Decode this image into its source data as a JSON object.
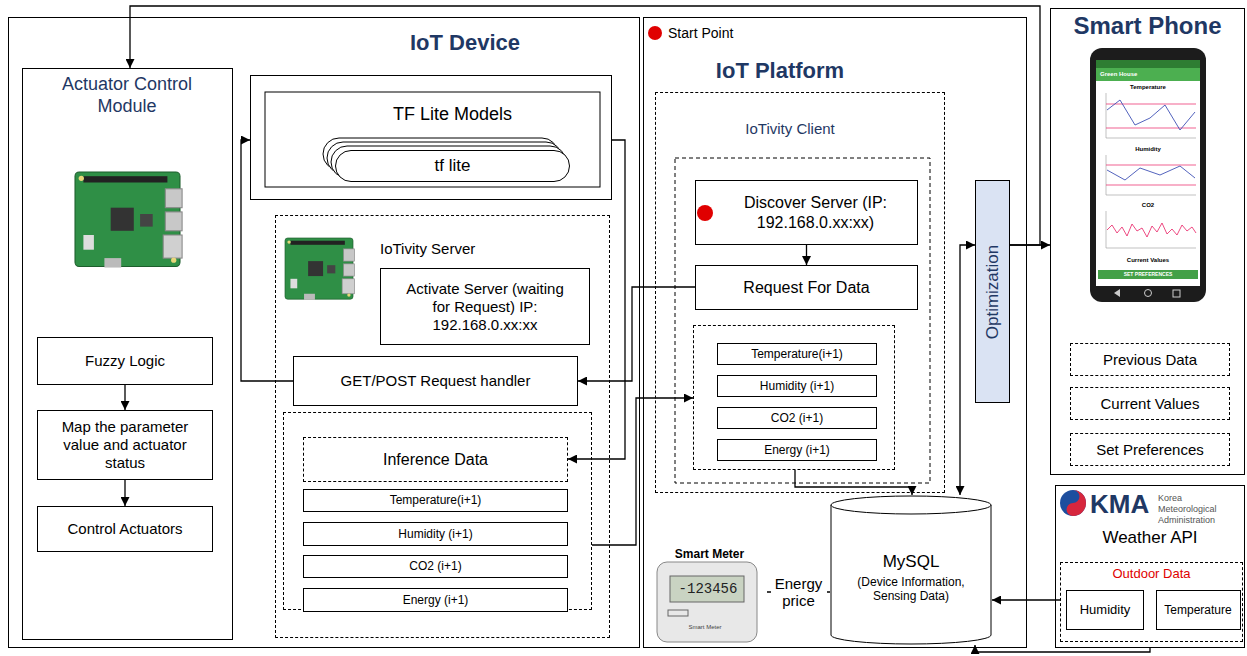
{
  "diagram": {
    "nodes": [
      {
        "text": [
          "IoT Device"
        ]
      },
      {
        "text": [
          "Actuator Control Module"
        ],
        "in": 0
      },
      {
        "text": [
          "Fuzzy Logic"
        ],
        "in": 1
      },
      {
        "text": [
          "Map the parameter value and actuator status"
        ],
        "in": 1
      },
      {
        "text": [
          "Control Actuators"
        ],
        "in": 1
      },
      {
        "text": [
          "TF Lite Models"
        ],
        "in": 0
      },
      {
        "text": [
          "tf lite"
        ],
        "in": 5
      },
      {
        "text": [
          "IoTivity Server"
        ],
        "in": 0
      },
      {
        "text": [
          "Activate Server (waiting for Request) IP: 192.168.0.xx:xx"
        ],
        "in": 7
      },
      {
        "text": [
          "GET/POST Request handler"
        ],
        "in": 7
      },
      {
        "text": [],
        "in": 7
      },
      {
        "text": [
          "Inference Data"
        ],
        "in": 10
      },
      {
        "text": [
          "Temperature(i+1)"
        ],
        "in": 10
      },
      {
        "text": [
          "Humidity (i+1)"
        ],
        "in": 10
      },
      {
        "text": [
          "CO2 (i+1)"
        ],
        "in": 10
      },
      {
        "text": [
          "Energy (i+1)"
        ],
        "in": 10
      },
      {
        "text": [
          "Start Point",
          "IoT Platform"
        ]
      },
      {
        "text": [
          "IoTivity Client"
        ],
        "in": 16
      },
      {
        "text": [
          "Discover Server (IP: 192.168.0.xx:xx)"
        ],
        "in": 17
      },
      {
        "text": [
          "Request For Data"
        ],
        "in": 17
      },
      {
        "text": [],
        "in": 17
      },
      {
        "text": [
          "Temperature(i+1)"
        ],
        "in": 20
      },
      {
        "text": [
          "Humidity (i+1)"
        ],
        "in": 20
      },
      {
        "text": [
          "CO2 (i+1)"
        ],
        "in": 20
      },
      {
        "text": [
          "Energy (i+1)"
        ],
        "in": 20
      },
      {
        "text": [
          "Optimization"
        ],
        "in": 16
      },
      {
        "text": [
          "Smart Meter"
        ],
        "in": 16
      },
      {
        "text": [
          "MySQL",
          "(Device Information, Sensing Data)"
        ],
        "in": 16
      },
      {
        "text": [
          "Smart Phone"
        ]
      },
      {
        "text": [
          "Previous Data"
        ],
        "in": 28
      },
      {
        "text": [
          "Current Values"
        ],
        "in": 28
      },
      {
        "text": [
          "Set Preferences"
        ],
        "in": 28
      },
      {
        "text": [
          "KMA",
          "Korea Meteorological Administration",
          "Weather API"
        ]
      },
      {
        "text": [
          "Outdoor Data"
        ],
        "in": 32
      },
      {
        "text": [
          "Humidity"
        ],
        "in": 33
      },
      {
        "text": [
          "Temperature"
        ],
        "in": 33
      }
    ],
    "edges": [
      {
        "from": 2,
        "to": 3,
        "arrow": "to"
      },
      {
        "from": 3,
        "to": 4,
        "arrow": "to"
      },
      {
        "from": 9,
        "to": 5,
        "arrow": "to"
      },
      {
        "from": 5,
        "to": 11,
        "arrow": "to"
      },
      {
        "from": 19,
        "to": 9,
        "arrow": "to"
      },
      {
        "from": 18,
        "to": 19,
        "arrow": "to"
      },
      {
        "from": 10,
        "to": 20,
        "arrow": "to"
      },
      {
        "from": 20,
        "to": 27,
        "arrow": "to"
      },
      {
        "from": 26,
        "to": 27,
        "label": "Energy price",
        "arrow": "none"
      },
      {
        "from": 25,
        "to": 27,
        "arrow": "both"
      },
      {
        "from": 32,
        "to": 27,
        "arrow": "to"
      },
      {
        "from": 33,
        "to": 27,
        "arrow": "to"
      },
      {
        "from": 25,
        "to": 28,
        "arrow": "to"
      },
      {
        "from": 25,
        "to": 1,
        "arrow": "to"
      }
    ],
    "labels": [
      "-123456",
      "Smart Meter",
      "Green House",
      "Temperature",
      "Humidity",
      "CO2",
      "Current Values",
      "SET PREFERENCES"
    ]
  }
}
